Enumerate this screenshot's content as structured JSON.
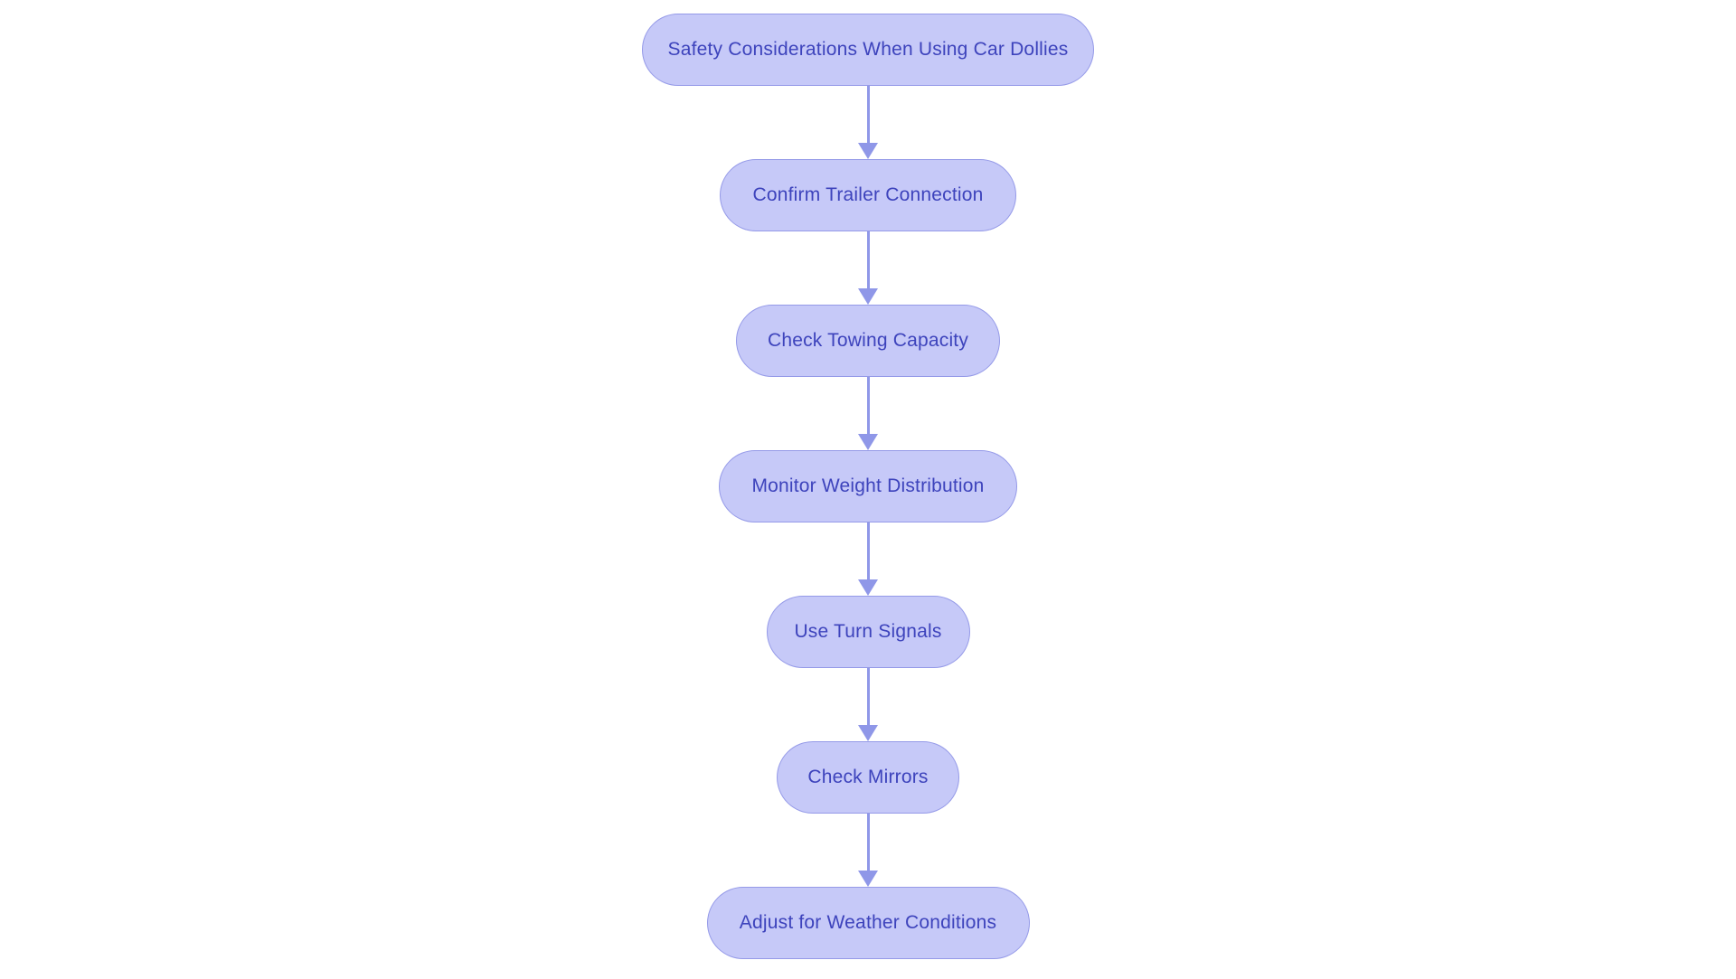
{
  "flowchart": {
    "title": "Safety Considerations When Using Car Dollies",
    "type": "vertical-flowchart",
    "nodes": [
      {
        "label": "Safety Considerations When Using Car Dollies"
      },
      {
        "label": "Confirm Trailer Connection"
      },
      {
        "label": "Check Towing Capacity"
      },
      {
        "label": "Monitor Weight Distribution"
      },
      {
        "label": "Use Turn Signals"
      },
      {
        "label": "Check Mirrors"
      },
      {
        "label": "Adjust for Weather Conditions"
      }
    ],
    "connections": [
      {
        "from": 0,
        "to": 1
      },
      {
        "from": 1,
        "to": 2
      },
      {
        "from": 2,
        "to": 3
      },
      {
        "from": 3,
        "to": 4
      },
      {
        "from": 4,
        "to": 5
      },
      {
        "from": 5,
        "to": 6
      }
    ],
    "colors": {
      "node_fill": "#c6c9f8",
      "node_border": "#959ae8",
      "node_text": "#3d43bc",
      "arrow": "#8f97e8",
      "page_bg": "#ffffff"
    }
  }
}
